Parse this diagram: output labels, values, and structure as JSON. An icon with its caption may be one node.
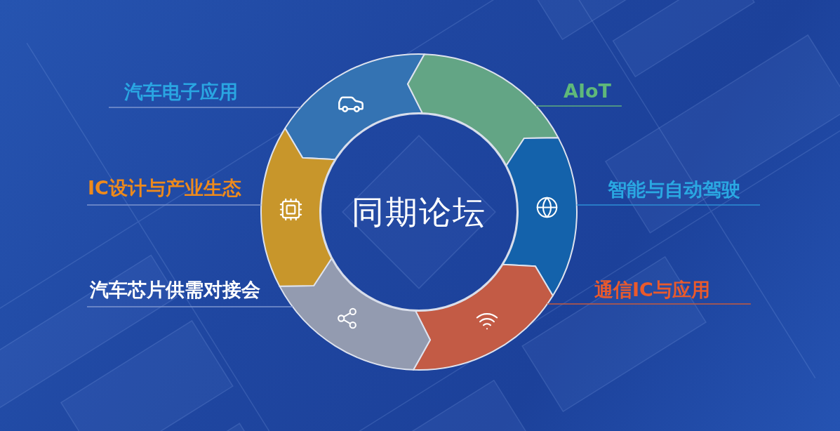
{
  "diagram": {
    "nodes": [
      {
        "text": [
          "同期论坛"
        ]
      },
      {
        "text": [],
        "shape": "arc"
      },
      {
        "text": [],
        "shape": "arc"
      },
      {
        "text": [],
        "shape": "arc"
      },
      {
        "text": [],
        "shape": "arc"
      },
      {
        "text": [],
        "shape": "arc"
      },
      {
        "text": [],
        "shape": "arc"
      },
      {
        "text": [
          "汽车电子应用"
        ]
      },
      {
        "text": [
          "AIoT"
        ]
      },
      {
        "text": [
          "IC设计与产业生态"
        ]
      },
      {
        "text": [
          "智能与自动驾驶"
        ]
      },
      {
        "text": [
          "汽车芯片供需对接会"
        ]
      },
      {
        "text": [
          "通信IC与应用"
        ]
      }
    ],
    "edges": [
      {
        "from": 7,
        "to": 1,
        "arrow": "none"
      },
      {
        "from": 8,
        "to": 2,
        "arrow": "none",
        "color": "#5fae7e"
      },
      {
        "from": 9,
        "to": 6,
        "arrow": "none"
      },
      {
        "from": 10,
        "to": 3,
        "arrow": "none",
        "color": "#2c8fd6"
      },
      {
        "from": 11,
        "to": 5,
        "arrow": "none"
      },
      {
        "from": 12,
        "to": 4,
        "arrow": "none",
        "color": "#c65a3c"
      }
    ]
  }
}
